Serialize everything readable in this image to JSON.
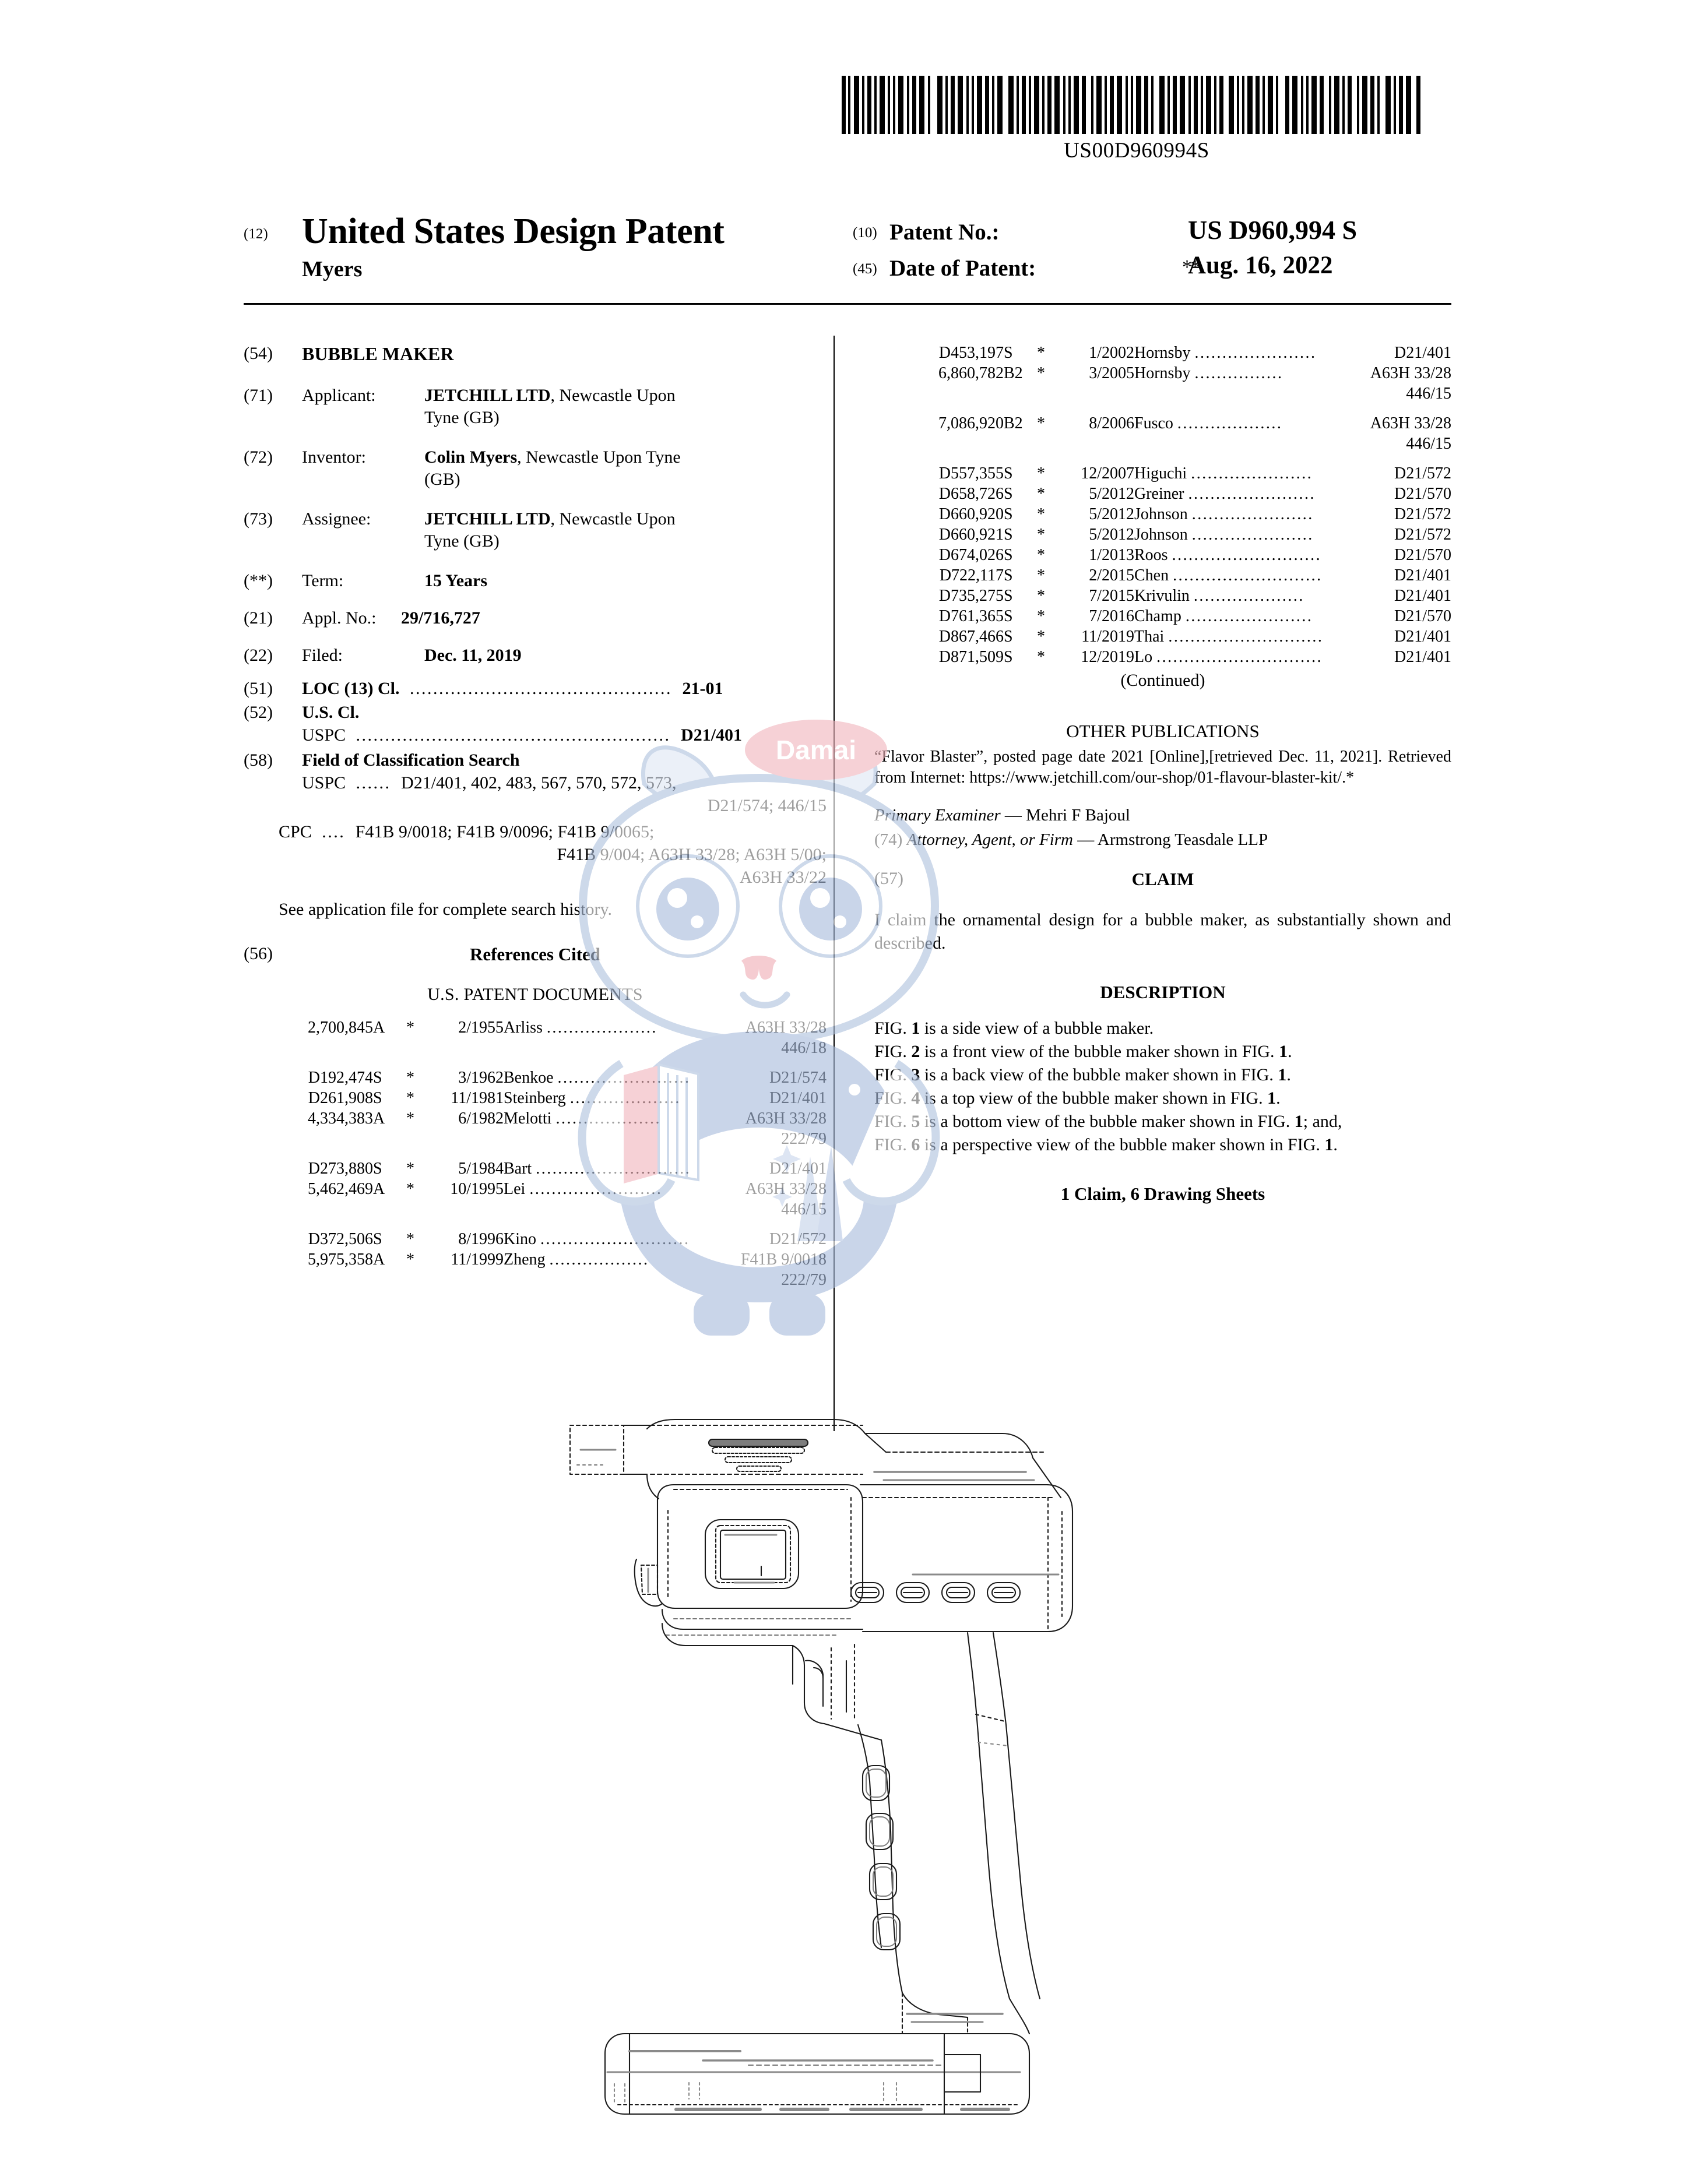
{
  "barcode": {
    "number": "US00D960994S"
  },
  "masthead": {
    "inid_12": "(12)",
    "title": "United States Design Patent",
    "surname": "Myers",
    "inid_10": "(10)",
    "patent_no_label": "Patent No.:",
    "patent_no_value": "US D960,994 S",
    "inid_45": "(45)",
    "date_label": "Date of Patent:",
    "date_star": "**",
    "date_value": "Aug. 16, 2022"
  },
  "biblio": {
    "title_code": "(54)",
    "title_value": "BUBBLE MAKER",
    "applicant_code": "(71)",
    "applicant_label": "Applicant:",
    "applicant_name": "JETCHILL LTD",
    "applicant_rest": ", Newcastle Upon",
    "applicant_line2": "Tyne (GB)",
    "inventor_code": "(72)",
    "inventor_label": "Inventor:",
    "inventor_name": "Colin Myers",
    "inventor_rest": ", Newcastle Upon Tyne",
    "inventor_line2": "(GB)",
    "assignee_code": "(73)",
    "assignee_label": "Assignee:",
    "assignee_name": "JETCHILL LTD",
    "assignee_rest": ", Newcastle Upon",
    "assignee_line2": "Tyne (GB)",
    "term_code": "(**)",
    "term_label": "Term:",
    "term_value": "15 Years",
    "appl_code": "(21)",
    "appl_label": "Appl. No.:",
    "appl_value": "29/716,727",
    "filed_code": "(22)",
    "filed_label": "Filed:",
    "filed_value": "Dec. 11, 2019"
  },
  "classification": {
    "loc_code": "(51)",
    "loc_label": "LOC (13) Cl.",
    "loc_value": "21-01",
    "uscl_code": "(52)",
    "uscl_label": "U.S. Cl.",
    "uspc_label": "USPC",
    "uspc_value": "D21/401",
    "fos_code": "(58)",
    "fos_label": "Field of Classification Search",
    "fos_uspc_label": "USPC",
    "fos_uspc_line1": "D21/401, 402, 483, 567, 570, 572, 573,",
    "fos_uspc_line2": "D21/574; 446/15",
    "fos_cpc_label": "CPC",
    "fos_cpc_line1": "F41B 9/0018; F41B 9/0096; F41B 9/0065;",
    "fos_cpc_line2": "F41B 9/004; A63H 33/28; A63H 5/00;",
    "fos_cpc_line3": "A63H 33/22",
    "see_file": "See application file for complete search history."
  },
  "references": {
    "code": "(56)",
    "heading": "References Cited",
    "subheading": "U.S. PATENT DOCUMENTS",
    "continued": "(Continued)",
    "left_rows": [
      {
        "num": "2,700,845",
        "kind": "A",
        "star": "*",
        "date": "2/1955",
        "name": "Arliss",
        "dots": "....................",
        "cls": "A63H 33/28",
        "sub": "446/18"
      },
      {
        "num": "D192,474",
        "kind": "S",
        "star": "*",
        "date": "3/1962",
        "name": "Benkoe",
        "dots": "........................",
        "cls": "D21/574",
        "sub": ""
      },
      {
        "num": "D261,908",
        "kind": "S",
        "star": "*",
        "date": "11/1981",
        "name": "Steinberg",
        "dots": "....................",
        "cls": "D21/401",
        "sub": ""
      },
      {
        "num": "4,334,383",
        "kind": "A",
        "star": "*",
        "date": "6/1982",
        "name": "Melotti",
        "dots": "...................",
        "cls": "A63H 33/28",
        "sub": "222/79"
      },
      {
        "num": "D273,880",
        "kind": "S",
        "star": "*",
        "date": "5/1984",
        "name": "Bart",
        "dots": "............................",
        "cls": "D21/401",
        "sub": ""
      },
      {
        "num": "5,462,469",
        "kind": "A",
        "star": "*",
        "date": "10/1995",
        "name": "Lei",
        "dots": "........................",
        "cls": "A63H 33/28",
        "sub": "446/15"
      },
      {
        "num": "D372,506",
        "kind": "S",
        "star": "*",
        "date": "8/1996",
        "name": "Kino",
        "dots": "...........................",
        "cls": "D21/572",
        "sub": ""
      },
      {
        "num": "5,975,358",
        "kind": "A",
        "star": "*",
        "date": "11/1999",
        "name": "Zheng",
        "dots": "..................",
        "cls": "F41B 9/0018",
        "sub": "222/79"
      }
    ],
    "right_rows": [
      {
        "num": "D453,197",
        "kind": "S",
        "star": "*",
        "date": "1/2002",
        "name": "Hornsby",
        "dots": "......................",
        "cls": "D21/401",
        "sub": ""
      },
      {
        "num": "6,860,782",
        "kind": "B2",
        "star": "*",
        "date": "3/2005",
        "name": "Hornsby",
        "dots": "................",
        "cls": "A63H 33/28",
        "sub": "446/15"
      },
      {
        "num": "7,086,920",
        "kind": "B2",
        "star": "*",
        "date": "8/2006",
        "name": "Fusco",
        "dots": "...................",
        "cls": "A63H 33/28",
        "sub": "446/15"
      },
      {
        "num": "D557,355",
        "kind": "S",
        "star": "*",
        "date": "12/2007",
        "name": "Higuchi",
        "dots": "......................",
        "cls": "D21/572",
        "sub": ""
      },
      {
        "num": "D658,726",
        "kind": "S",
        "star": "*",
        "date": "5/2012",
        "name": "Greiner",
        "dots": ".......................",
        "cls": "D21/570",
        "sub": ""
      },
      {
        "num": "D660,920",
        "kind": "S",
        "star": "*",
        "date": "5/2012",
        "name": "Johnson",
        "dots": "......................",
        "cls": "D21/572",
        "sub": ""
      },
      {
        "num": "D660,921",
        "kind": "S",
        "star": "*",
        "date": "5/2012",
        "name": "Johnson",
        "dots": "......................",
        "cls": "D21/572",
        "sub": ""
      },
      {
        "num": "D674,026",
        "kind": "S",
        "star": "*",
        "date": "1/2013",
        "name": "Roos",
        "dots": "...........................",
        "cls": "D21/570",
        "sub": ""
      },
      {
        "num": "D722,117",
        "kind": "S",
        "star": "*",
        "date": "2/2015",
        "name": "Chen",
        "dots": "...........................",
        "cls": "D21/401",
        "sub": ""
      },
      {
        "num": "D735,275",
        "kind": "S",
        "star": "*",
        "date": "7/2015",
        "name": "Krivulin",
        "dots": "....................",
        "cls": "D21/401",
        "sub": ""
      },
      {
        "num": "D761,365",
        "kind": "S",
        "star": "*",
        "date": "7/2016",
        "name": "Champ",
        "dots": ".......................",
        "cls": "D21/570",
        "sub": ""
      },
      {
        "num": "D867,466",
        "kind": "S",
        "star": "*",
        "date": "11/2019",
        "name": "Thai",
        "dots": "............................",
        "cls": "D21/401",
        "sub": ""
      },
      {
        "num": "D871,509",
        "kind": "S",
        "star": "*",
        "date": "12/2019",
        "name": "Lo",
        "dots": "..............................",
        "cls": "D21/401",
        "sub": ""
      }
    ]
  },
  "other_publications": {
    "heading": "OTHER PUBLICATIONS",
    "body": "“Flavor Blaster”, posted page date 2021 [Online],[retrieved Dec. 11, 2021]. Retrieved from Internet: https://www.jetchill.com/our-shop/01-flavour-blaster-kit/.*",
    "primary_examiner_label": "Primary Examiner",
    "primary_examiner_dash": "—",
    "primary_examiner_name": "Mehri F Bajoul",
    "attorney_code": "(74)",
    "attorney_label": "Attorney, Agent, or Firm",
    "attorney_dash": "—",
    "attorney_name": "Armstrong Teasdale LLP"
  },
  "claim": {
    "code": "(57)",
    "title": "CLAIM",
    "body": "I claim the ornamental design for a bubble maker, as substantially shown and described."
  },
  "description": {
    "title": "DESCRIPTION",
    "figures": [
      "FIG. 1 is a side view of a bubble maker.",
      "FIG. 2 is a front view of the bubble maker shown in FIG. 1.",
      "FIG. 3 is a back view of the bubble maker shown in FIG. 1.",
      "FIG. 4 is a top view of the bubble maker shown in FIG. 1.",
      "FIG. 5 is a bottom view of the bubble maker shown in FIG. 1; and,",
      "FIG. 6 is a perspective view of the bubble maker shown in FIG. 1."
    ],
    "sheets": "1 Claim, 6 Drawing Sheets"
  },
  "watermark": {
    "badge_text": "Damai",
    "badge_color": "#f2b6bd",
    "body_color": "#b9c8e2",
    "outline_color": "#b0c2de",
    "nose_color": "#f0aeb6"
  },
  "drawing": {
    "caption": "bubble-maker-side-view-line-drawing",
    "stroke_color": "#1a1a1a"
  }
}
